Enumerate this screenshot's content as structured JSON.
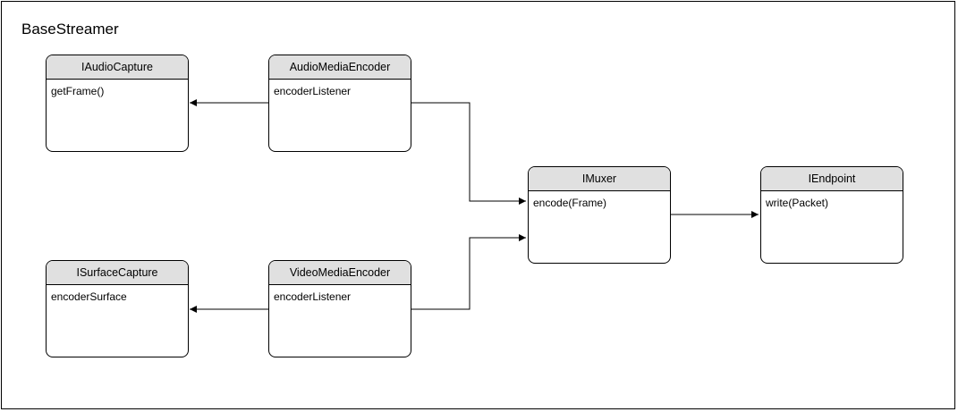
{
  "diagram": {
    "title": "BaseStreamer",
    "nodes": {
      "audio_capture": {
        "name": "IAudioCapture",
        "member": "getFrame()"
      },
      "audio_encoder": {
        "name": "AudioMediaEncoder",
        "member": "encoderListener"
      },
      "surface_capture": {
        "name": "ISurfaceCapture",
        "member": "encoderSurface"
      },
      "video_encoder": {
        "name": "VideoMediaEncoder",
        "member": "encoderListener"
      },
      "muxer": {
        "name": "IMuxer",
        "member": "encode(Frame)"
      },
      "endpoint": {
        "name": "IEndpoint",
        "member": "write(Packet)"
      }
    },
    "edges": [
      {
        "from": "audio_encoder",
        "to": "audio_capture"
      },
      {
        "from": "video_encoder",
        "to": "surface_capture"
      },
      {
        "from": "audio_encoder",
        "to": "muxer"
      },
      {
        "from": "video_encoder",
        "to": "muxer"
      },
      {
        "from": "muxer",
        "to": "endpoint"
      }
    ]
  }
}
